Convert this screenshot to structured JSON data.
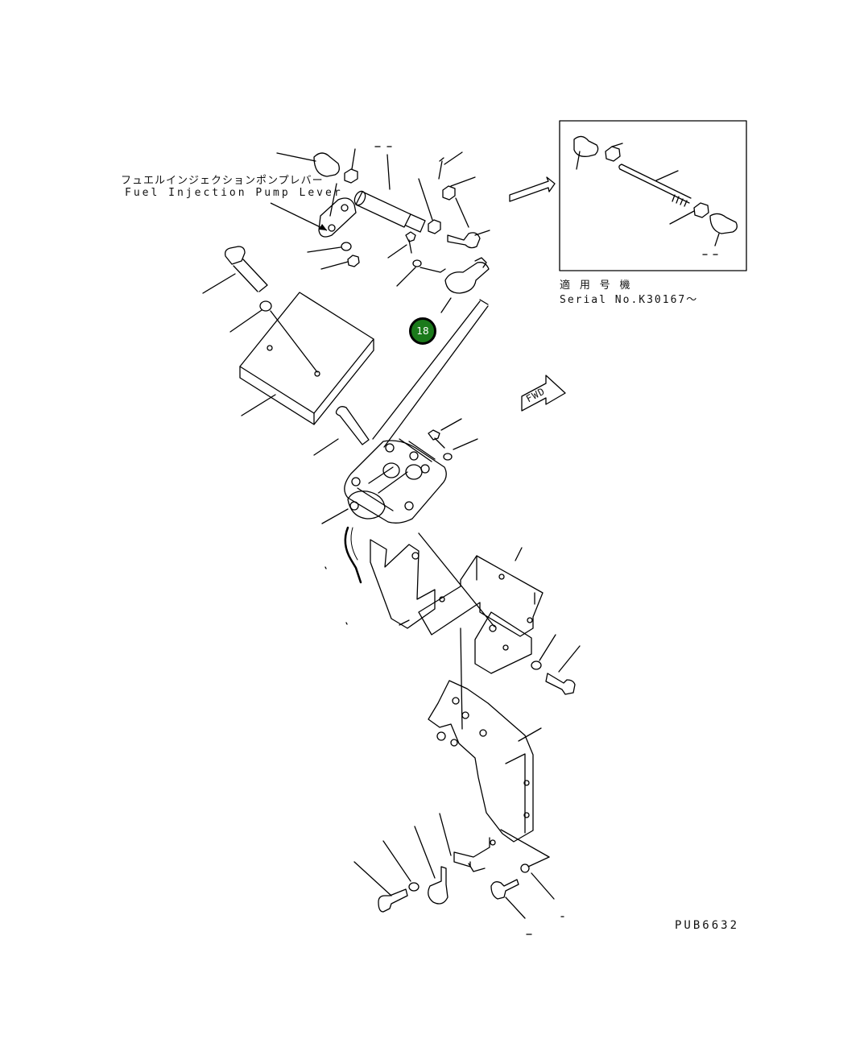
{
  "labels": {
    "lever_jp": "フュエルインジェクションポンプレバー",
    "lever_en": "Fuel Injection Pump Lever",
    "applicable_jp": "適 用 号 機",
    "serial": "Serial No.K30167～",
    "fwd": "FWD",
    "drawing_code": "PUB6632"
  },
  "callouts": [
    {
      "number": "18"
    }
  ],
  "colors": {
    "line": "#000000",
    "callout_fill": "#1b7a1b",
    "callout_text": "#ffffff",
    "background": "#ffffff"
  }
}
